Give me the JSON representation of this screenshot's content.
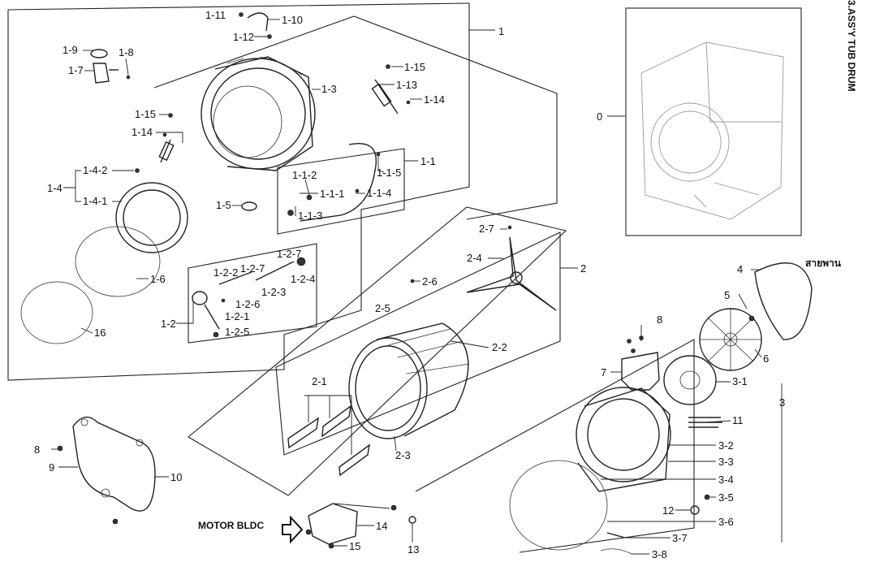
{
  "header": {
    "title": "3.ASS'Y TUB DRUM"
  },
  "labels": {
    "l_1_11": "1-11",
    "l_1_10": "1-10",
    "l_1_12": "1-12",
    "l_1": "1",
    "l_1_9": "1-9",
    "l_1_8": "1-8",
    "l_1_7": "1-7",
    "l_1_3": "1-3",
    "l_1_15a": "1-15",
    "l_1_13": "1-13",
    "l_1_14a": "1-14",
    "l_1_15b": "1-15",
    "l_1_14b": "1-14",
    "l_1_1": "1-1",
    "l_1_1_5": "1-1-5",
    "l_1_4_2": "1-4-2",
    "l_1_4": "1-4",
    "l_1_4_1": "1-4-1",
    "l_1_1_2": "1-1-2",
    "l_1_1_1": "1-1-1",
    "l_1_1_4": "1-1-4",
    "l_1_5": "1-5",
    "l_1_1_3": "1-1-3",
    "l_1_2_7a": "1-2-7",
    "l_1_2_2": "1-2-2",
    "l_1_2_7b": "1-2-7",
    "l_1_2_4": "1-2-4",
    "l_1_2_3": "1-2-3",
    "l_1_2_6": "1-2-6",
    "l_1_2_1": "1-2-1",
    "l_1_2": "1-2",
    "l_1_2_5": "1-2-5",
    "l_1_6": "1-6",
    "l_16": "16",
    "l_0": "0",
    "l_2_7": "2-7",
    "l_2_4": "2-4",
    "l_2": "2",
    "l_2_6": "2-6",
    "l_2_5": "2-5",
    "l_2_2": "2-2",
    "l_2_1": "2-1",
    "l_2_3": "2-3",
    "l_4": "4",
    "l_thai": "สายพาน",
    "l_5": "5",
    "l_6": "6",
    "l_8a": "8",
    "l_7": "7",
    "l_3_1": "3-1",
    "l_3": "3",
    "l_11": "11",
    "l_3_2": "3-2",
    "l_3_3": "3-3",
    "l_3_4": "3-4",
    "l_3_5": "3-5",
    "l_12": "12",
    "l_3_6": "3-6",
    "l_3_7": "3-7",
    "l_3_8": "3-8",
    "l_8b": "8",
    "l_9": "9",
    "l_10": "10",
    "l_motor": "MOTOR BLDC",
    "l_14": "14",
    "l_15": "15",
    "l_13": "13"
  }
}
